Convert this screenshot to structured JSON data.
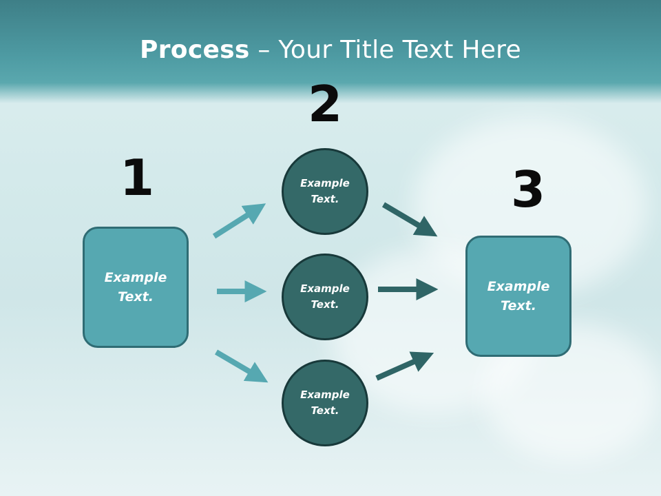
{
  "title": {
    "bold": "Process",
    "rest": " – Your Title Text Here"
  },
  "steps": [
    {
      "number": "1"
    },
    {
      "number": "2"
    },
    {
      "number": "3"
    }
  ],
  "boxes": [
    {
      "text": "Example Text."
    },
    {
      "text": "Example Text."
    }
  ],
  "circles": [
    {
      "text": "Example Text."
    },
    {
      "text": "Example Text."
    },
    {
      "text": "Example Text."
    }
  ],
  "colors": {
    "header": "#4e9ba3",
    "box_fill": "#56a8b1",
    "circle_fill": "#346968",
    "arrow_light": "#56a8b1",
    "arrow_dark": "#2f6566"
  }
}
